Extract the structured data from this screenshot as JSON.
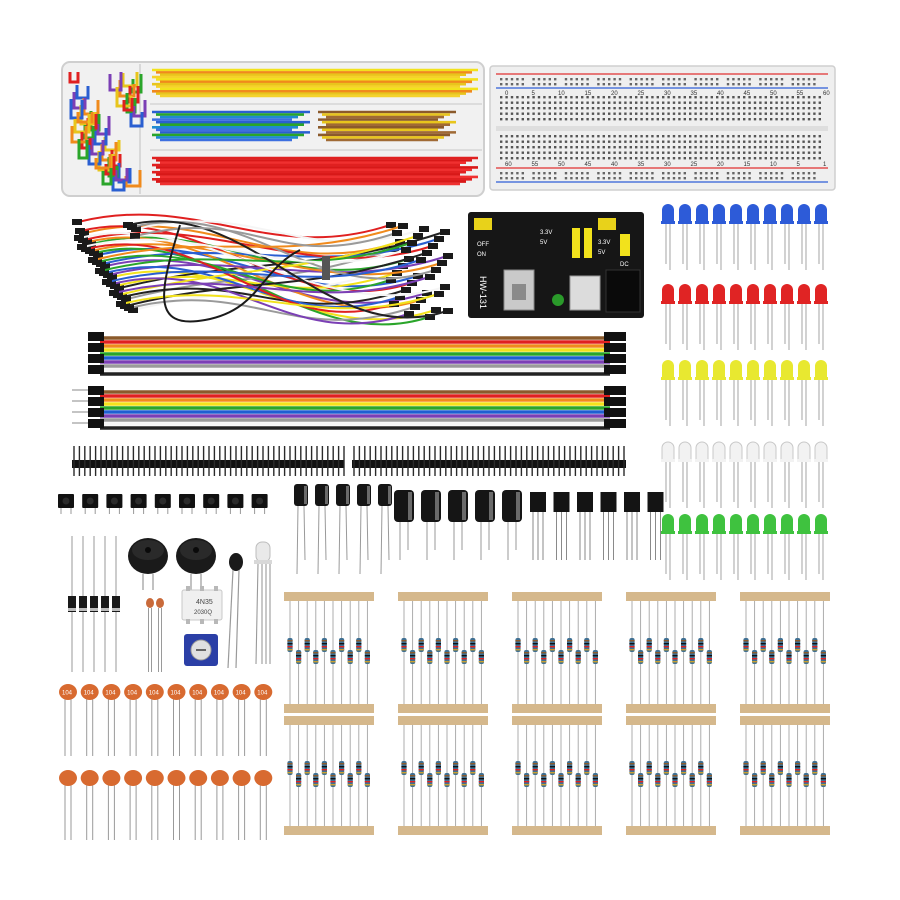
{
  "image": {
    "subject": "electronics component kit",
    "background": "#ffffff"
  },
  "breadboard": {
    "column_numbers_top": [
      "0",
      "5",
      "10",
      "15",
      "20",
      "25",
      "30",
      "35",
      "40",
      "45",
      "50",
      "55",
      "60"
    ],
    "column_numbers_bottom": [
      "60",
      "55",
      "50",
      "45",
      "40",
      "35",
      "30",
      "25",
      "20",
      "15",
      "10",
      "5",
      "1"
    ]
  },
  "power_module": {
    "model": "HW-131",
    "switch_labels": [
      "OFF",
      "ON"
    ],
    "voltage_labels": [
      "3.3V",
      "5V",
      "3.3V",
      "5V"
    ],
    "label_dc": "DC"
  },
  "optocoupler": {
    "part": "4N35",
    "code": "2030Q"
  },
  "ceramic_capacitors": {
    "code": "104",
    "rows": 2,
    "per_row": 10
  },
  "leds": {
    "colors": [
      "#2d5bd8",
      "#e02424",
      "#e8e830",
      "#f2f2f2",
      "#3fc23f"
    ],
    "per_row": 10
  },
  "ribbon_colors": [
    "#8b5a2b",
    "#e02020",
    "#f08a1c",
    "#f2e21c",
    "#2aa52a",
    "#1f5fd1",
    "#7b3fb5",
    "#9a9a9a",
    "#f5f5f5",
    "#222222"
  ],
  "counts": {
    "push_buttons": 9,
    "electrolytic_small": 5,
    "electrolytic_large": 5,
    "transistors": 6,
    "diodes": 5,
    "resistor_packs": 10,
    "resistors_per_pack": 10
  }
}
